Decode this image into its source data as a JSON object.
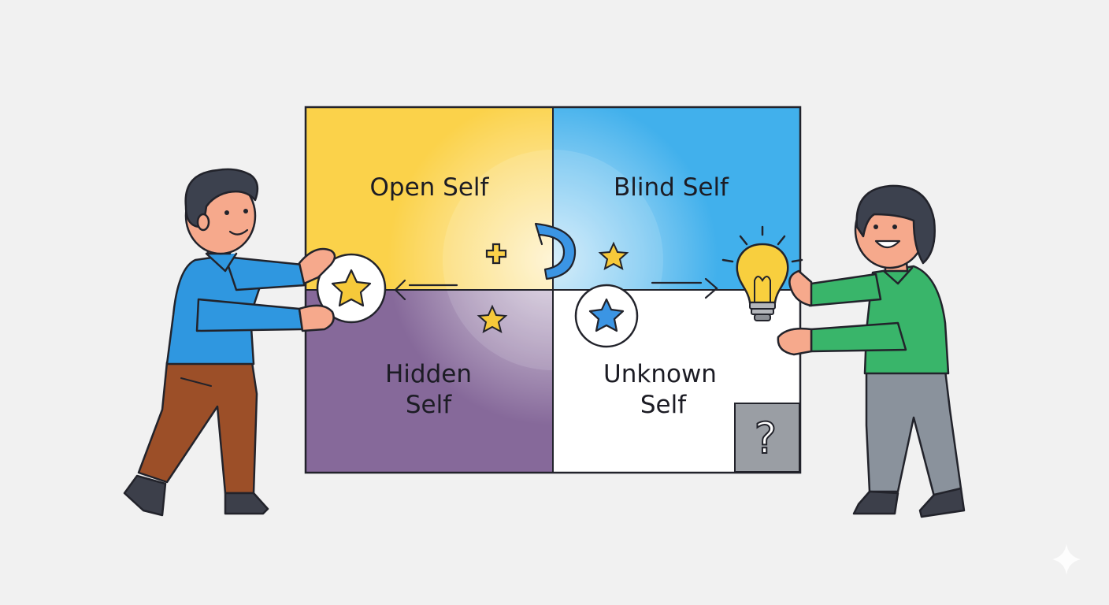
{
  "window": {
    "region_1": {
      "label": "Open Self",
      "color": "#fbd24a"
    },
    "region_2": {
      "label": "Blind Self",
      "color": "#41b0ec"
    },
    "region_3": {
      "label_line1": "Hidden",
      "label_line2": "Self",
      "color": "#86699a"
    },
    "region_4": {
      "label_line1": "Unknown",
      "label_line2": "Self",
      "color": "#ffffff"
    },
    "question_box": {
      "symbol": "?",
      "color": "#9a9ea4"
    }
  },
  "icons": [
    "plus-icon",
    "rotate-arrow-icon",
    "star-icon",
    "lightbulb-icon",
    "left-arrow-icon",
    "right-arrow-icon",
    "question-icon",
    "sparkle-icon"
  ],
  "people": {
    "left": {
      "shirt": "#2f97e0",
      "pants": "#9c4f28"
    },
    "right": {
      "shirt": "#39b56a",
      "pants": "#8a929c"
    }
  },
  "accent": {
    "star": "#f6c93a",
    "star_blue": "#3b95e4",
    "outline": "#22232b"
  }
}
